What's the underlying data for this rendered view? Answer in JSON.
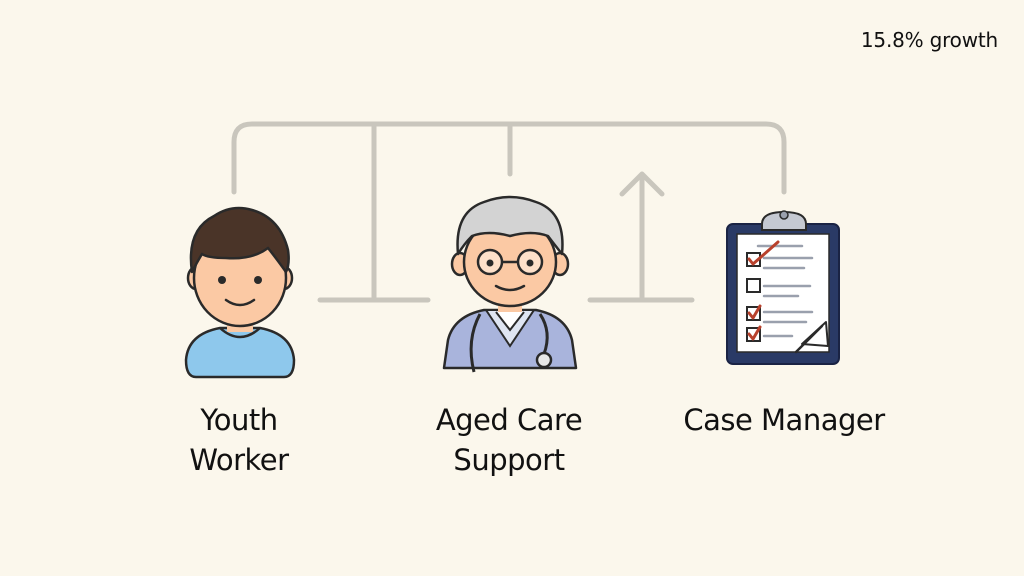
{
  "stat": {
    "text": "15.8% growth"
  },
  "roles": [
    {
      "label": "Youth\nWorker",
      "icon": "youth-person-icon"
    },
    {
      "label": "Aged Care\nSupport",
      "icon": "elderly-caregiver-icon"
    },
    {
      "label": "Case Manager",
      "icon": "clipboard-checklist-icon"
    }
  ],
  "colors": {
    "background": "#fbf7ec",
    "connector": "#c9c6bd",
    "skin": "#fbc9a4",
    "youth_shirt": "#8ec8ec",
    "youth_hair": "#4a3428",
    "cardigan": "#a9b4dc",
    "clipboard_frame": "#2a3a66",
    "check": "#b8412c"
  }
}
